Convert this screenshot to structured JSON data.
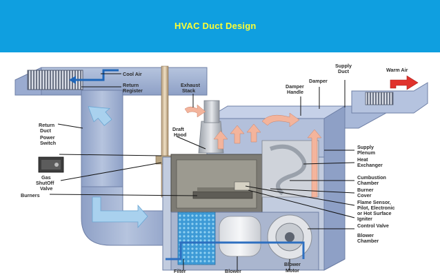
{
  "header": {
    "title": "HVAC Duct Design"
  },
  "diagram": {
    "labels": {
      "cool_air": "Cool Air",
      "return_register_1": "Return",
      "return_register_2": "Register",
      "exhaust_stack_1": "Exhaust",
      "exhaust_stack_2": "Stack",
      "supply_duct_1": "Supply",
      "supply_duct_2": "Duct",
      "warm_air": "Warm Air",
      "damper": "Damper",
      "damper_handle_1": "Damper",
      "damper_handle_2": "Handle",
      "return_duct_1": "Return",
      "return_duct_2": "Duct",
      "draft_hood_1": "Draft",
      "draft_hood_2": "Hood",
      "power_switch_1": "Power",
      "power_switch_2": "Switch",
      "supply_plenum_1": "Supply",
      "supply_plenum_2": "Plenum",
      "heat_exchanger_1": "Heat",
      "heat_exchanger_2": "Exchanger",
      "gas_shutoff_1": "Gas",
      "gas_shutoff_2": "ShutOff",
      "gas_shutoff_3": "Valve",
      "combustion_chamber_1": "Cumbustion",
      "combustion_chamber_2": "Chamber",
      "burners": "Burners",
      "burner_cover_1": "Burner",
      "burner_cover_2": "Cover",
      "flame_sensor_1": "Flame Sensor,",
      "flame_sensor_2": "Pilot, Electronic",
      "flame_sensor_3": "or Hot Surface",
      "flame_sensor_4": "Igniter",
      "control_valve": "Control Valve",
      "blower_chamber_1": "Blower",
      "blower_chamber_2": "Chamber",
      "filter": "Filter",
      "blower": "Blower",
      "blower_motor_1": "Blower",
      "blower_motor_2": "Motor"
    },
    "colors": {
      "header": "#0f9fe0",
      "title": "#ffff33",
      "duct": "#a9b8d6",
      "duct_dark": "#7f92ba",
      "furnace_panel": "#b7c3dc",
      "cabinet": "#8c8a82",
      "warm_arrow": "#f3b49c",
      "hot_arrow": "#e0322c",
      "cool_arrow": "#1f66b8",
      "flow_arrow": "#9fc6e6",
      "filter": "#4aa3d8"
    }
  }
}
